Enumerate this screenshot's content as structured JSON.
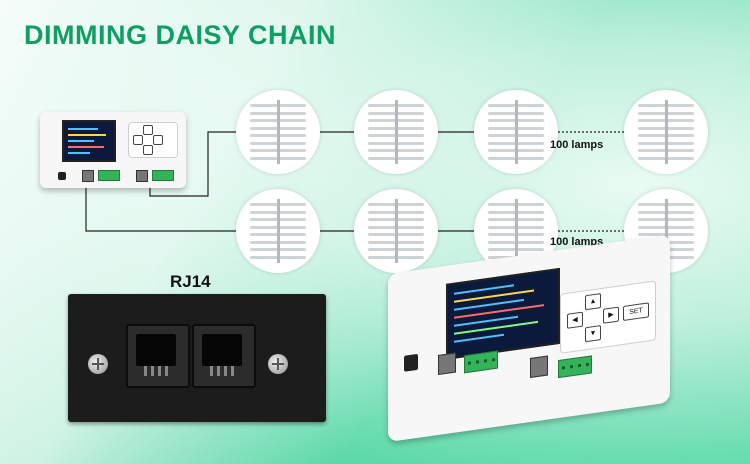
{
  "title": "DIMMING DAISY CHAIN",
  "lamp_labels": {
    "row1": "100 lamps",
    "row2": "100 lamps"
  },
  "connector_label": "RJ14",
  "controller": {
    "set_key": "SET",
    "arrow_keys": [
      "▲",
      "◀",
      "▶",
      "▼"
    ]
  },
  "colors": {
    "title": "#0f9e63",
    "background": "#33c98e",
    "screen": "#0b1a3a",
    "terminal": "#35b35b"
  },
  "icons": {
    "lamp": "lamp-fixture-icon",
    "screw": "screw-icon",
    "port": "rj14-port-icon"
  }
}
